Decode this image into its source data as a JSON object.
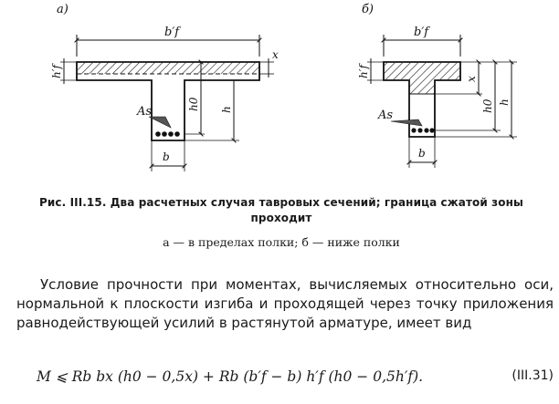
{
  "figure": {
    "panel_a": {
      "label": "а)",
      "labels": {
        "bf": "b′f",
        "hf": "h′f",
        "x": "x",
        "h0": "h0",
        "h": "h",
        "as": "As",
        "b": "b"
      }
    },
    "panel_b": {
      "label": "б)",
      "labels": {
        "bf": "b′f",
        "hf": "h′f",
        "x": "x",
        "h0": "h0",
        "h": "h",
        "as": "As",
        "b": "b"
      }
    },
    "caption": "Рис. III.15. Два расчетных случая тавровых сечений; граница сжатой зоны проходит",
    "subcaption": "а — в пределах полки; б — ниже полки"
  },
  "body": {
    "paragraph": "Условие прочности при моментах, вычисляемых относительно оси, нормальной к плоскости изгиба и проходящей через точку приложения равнодействующей усилий в растянутой арматуре, имеет вид",
    "formula": "M ⩽ Rb bx (h0 − 0,5x) + Rb (b′f − b) h′f (h0 − 0,5h′f).",
    "equation_number": "(III.31)"
  }
}
